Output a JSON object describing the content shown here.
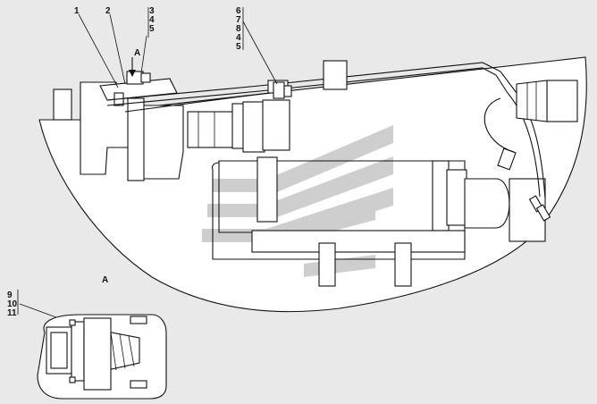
{
  "labels": {
    "callout_1": "1",
    "callout_2": "2",
    "callout_3": "3",
    "callout_4": "4",
    "callout_5": "5",
    "callout_6": "6",
    "callout_7": "7",
    "callout_8": "8",
    "callout_4b": "4",
    "callout_5b": "5",
    "callout_9": "9",
    "callout_10": "10",
    "callout_11": "11",
    "view_arrow": "A",
    "view_title": "A"
  },
  "colors": {
    "background": "#e9e9e9",
    "outline": "#111111",
    "fill": "#ffffff",
    "watermark": "#c9c9c9"
  }
}
